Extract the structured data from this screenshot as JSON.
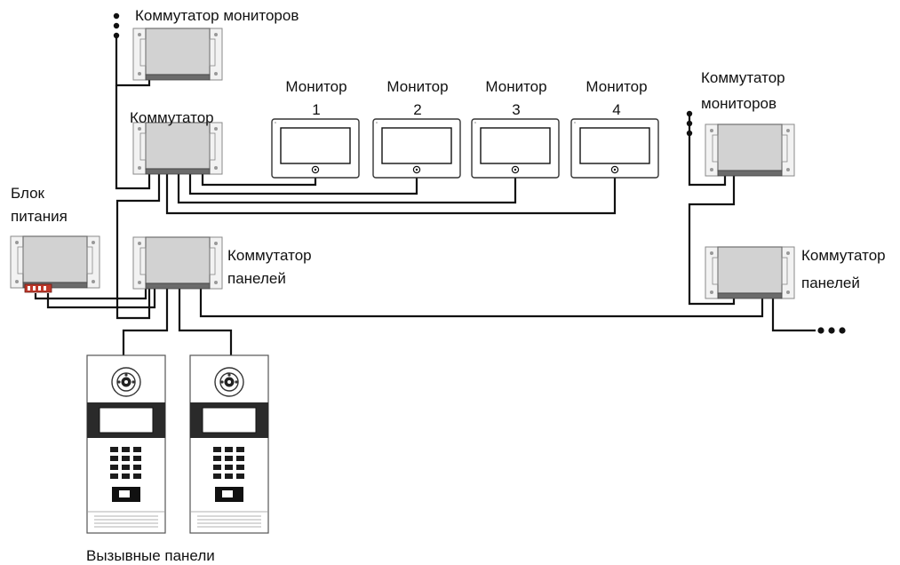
{
  "labels": {
    "monitor_switch_top": "Коммутатор мониторов",
    "monitor_switch_mid": "Коммутатор",
    "monitor_switch_right_1": "Коммутатор",
    "monitor_switch_right_2": "мониторов",
    "power_1": "Блок",
    "power_2": "питания",
    "panel_switch_left_1": "Коммутатор",
    "panel_switch_left_2": "панелей",
    "panel_switch_right_1": "Коммутатор",
    "panel_switch_right_2": "панелей",
    "call_panels": "Вызывные панели"
  },
  "monitors": [
    {
      "title": "Монитор",
      "number": "1"
    },
    {
      "title": "Монитор",
      "number": "2"
    },
    {
      "title": "Монитор",
      "number": "3"
    },
    {
      "title": "Монитор",
      "number": "4"
    }
  ],
  "colors": {
    "wire": "#111111",
    "switch_body": "#d2d2d2",
    "terminal": "#6b6b6b",
    "panel_band": "#2a2a2a",
    "psu_terminal": "#c0392b"
  }
}
